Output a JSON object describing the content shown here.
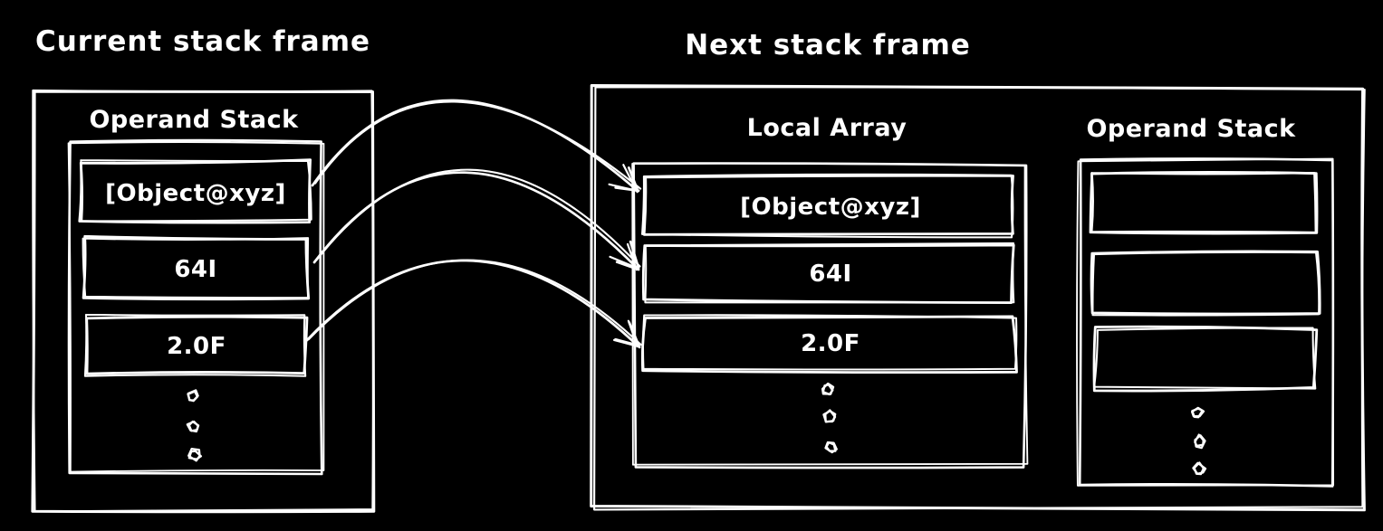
{
  "diagram": {
    "background": "#000000",
    "ink": "#ffffff"
  },
  "current_frame": {
    "title": "Current stack frame",
    "operand_stack": {
      "label": "Operand Stack",
      "items": [
        "[Object@xyz]",
        "64I",
        "2.0F"
      ],
      "has_ellipsis_dots": true
    }
  },
  "next_frame": {
    "title": "Next stack frame",
    "local_array": {
      "label": "Local Array",
      "items": [
        "[Object@xyz]",
        "64I",
        "2.0F"
      ],
      "has_ellipsis_dots": true
    },
    "operand_stack": {
      "label": "Operand Stack",
      "items": [
        "",
        "",
        ""
      ],
      "has_ellipsis_dots": true
    }
  },
  "arrows": [
    {
      "from": "current_frame.operand_stack.items.0",
      "to": "next_frame.local_array.items.0"
    },
    {
      "from": "current_frame.operand_stack.items.1",
      "to": "next_frame.local_array.items.1"
    },
    {
      "from": "current_frame.operand_stack.items.2",
      "to": "next_frame.local_array.items.2"
    }
  ]
}
